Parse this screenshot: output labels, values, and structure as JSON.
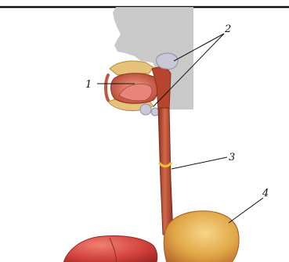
{
  "labels": {
    "mouth": "1",
    "salivary_glands": "2",
    "esophagus": "3",
    "stomach": "4"
  },
  "colors": {
    "top_rule": "#111111",
    "head_silhouette": "#c9c9c9",
    "organ_tissue": "#b5452f",
    "organ_tissue_light": "#d9714c",
    "liver": "#d0413b",
    "stomach": "#e0a646",
    "bone": "#e6c27a",
    "gland": "#c8c8d8",
    "sphincter": "#e8c23c",
    "leader_line": "#111111"
  }
}
